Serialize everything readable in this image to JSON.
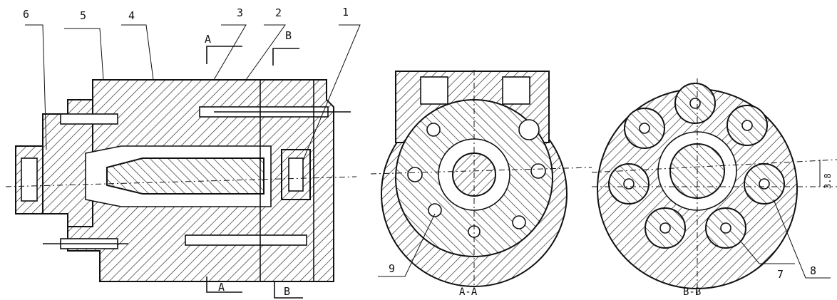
{
  "figure": {
    "part_numbers": [
      "1",
      "2",
      "3",
      "4",
      "5",
      "6",
      "7",
      "8",
      "9"
    ],
    "section_marks": {
      "a": "A",
      "b": "B"
    },
    "view_captions": {
      "aa": "A-A",
      "bb": "B-B"
    },
    "dimension": "3.8"
  }
}
